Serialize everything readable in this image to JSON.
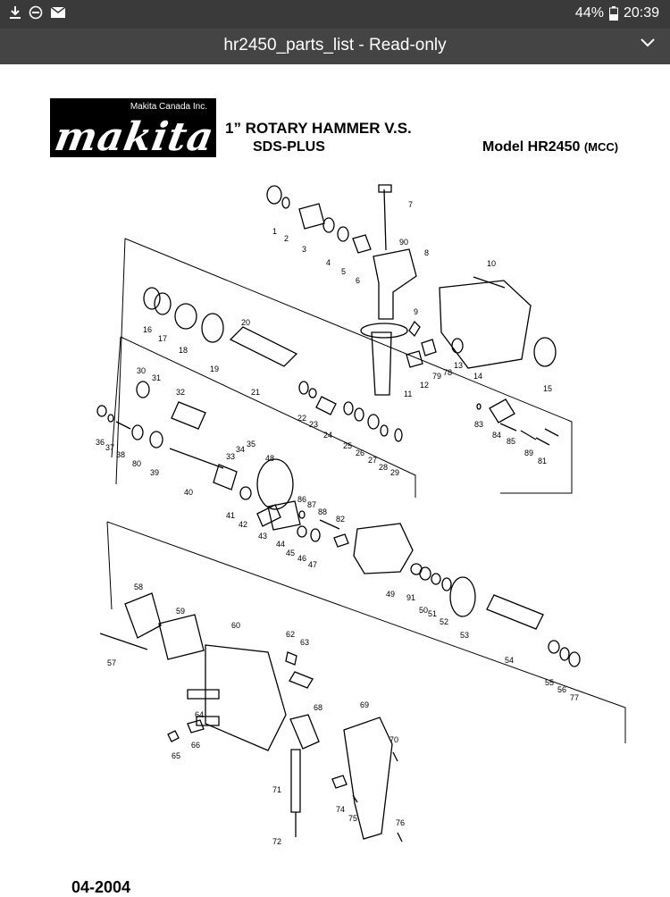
{
  "status_bar": {
    "battery": "44%",
    "time": "20:39",
    "icons": [
      "download-icon",
      "do-not-disturb-icon",
      "mail-icon",
      "battery-icon"
    ]
  },
  "app_bar": {
    "title": "hr2450_parts_list - Read-only",
    "icons": [
      "chevron-down-icon"
    ]
  },
  "document": {
    "company": "Makita Canada Inc.",
    "brand": "makita",
    "title_line1": "1” ROTARY HAMMER V.S.",
    "title_line2": "SDS-PLUS",
    "model_label": "Model HR2450",
    "model_suffix": "(MCC)",
    "date": "04-2004",
    "part_numbers": [
      "1",
      "2",
      "3",
      "4",
      "5",
      "6",
      "7",
      "8",
      "9",
      "10",
      "11",
      "12",
      "13",
      "14",
      "15",
      "16",
      "17",
      "18",
      "19",
      "20",
      "21",
      "22",
      "23",
      "24",
      "25",
      "26",
      "27",
      "28",
      "29",
      "30",
      "31",
      "32",
      "33",
      "34",
      "35",
      "36",
      "37",
      "38",
      "39",
      "40",
      "41",
      "42",
      "43",
      "44",
      "45",
      "46",
      "47",
      "48",
      "49",
      "50",
      "51",
      "52",
      "53",
      "54",
      "55",
      "56",
      "57",
      "58",
      "59",
      "60",
      "62",
      "63",
      "64",
      "65",
      "66",
      "68",
      "69",
      "70",
      "71",
      "72",
      "74",
      "75",
      "76",
      "77",
      "78",
      "79",
      "80",
      "81",
      "82",
      "83",
      "84",
      "85",
      "86",
      "87",
      "88",
      "89",
      "90",
      "91"
    ]
  }
}
